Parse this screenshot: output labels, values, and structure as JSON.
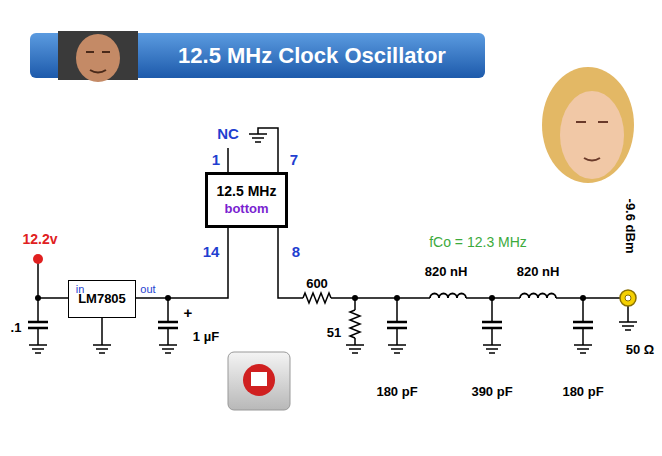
{
  "diagram": {
    "title": "12.5 MHz Clock Oscillator",
    "nodes": [
      {
        "text": [
          "12.5 MHz",
          "bottom"
        ]
      },
      {
        "text": [
          "LM7805"
        ]
      }
    ],
    "edges": [
      {
        "from": 1,
        "to": 0,
        "arrow": "none"
      }
    ],
    "labels": [
      "NC",
      "1",
      "7",
      "12.2v",
      "14",
      "8",
      "fCo = 12.3 MHz",
      "820 nH",
      "820 nH",
      "-9.6 dBm",
      "in",
      "out",
      "600",
      ".1",
      "+",
      "1 µF",
      "51",
      "50 Ω",
      "180 pF",
      "390 pF",
      "180 pF"
    ]
  }
}
